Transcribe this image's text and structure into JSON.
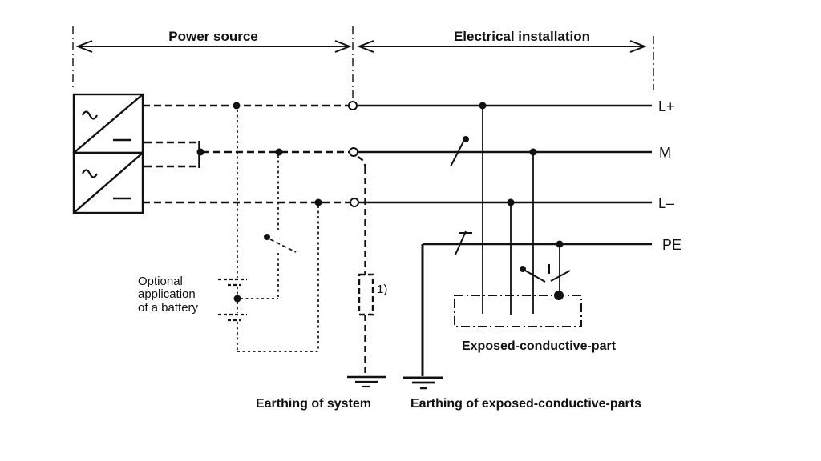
{
  "diagram": {
    "section_left": "Power source",
    "section_right": "Electrical installation",
    "conductors": {
      "l_plus": "L+",
      "m": "M",
      "l_minus": "L–",
      "pe": "PE"
    },
    "battery_note": {
      "line1": "Optional",
      "line2": "application",
      "line3": "of a battery"
    },
    "resistor_ref": "1)",
    "exposed_part_label": "Exposed-conductive-part",
    "earthing_system_label": "Earthing of system",
    "earthing_exposed_label": "Earthing of exposed-conductive-parts",
    "colors": {
      "line": "#111111",
      "background": "#ffffff"
    }
  }
}
